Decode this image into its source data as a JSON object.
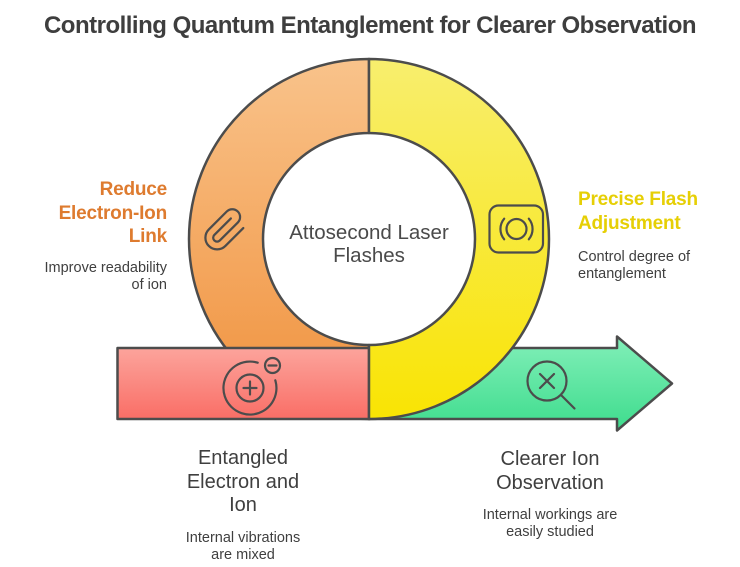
{
  "title": "Controlling Quantum Entanglement for Clearer Observation",
  "center_label": "Attosecond Laser\nFlashes",
  "callouts": {
    "top_left": {
      "heading": "Reduce\nElectron-Ion\nLink",
      "description": "Improve readability\nof ion",
      "icon": "paperclip-icon"
    },
    "top_right": {
      "heading": "Precise Flash\nAdjustment",
      "description": "Control degree of\nentanglement",
      "icon": "camera-focus-icon"
    },
    "bottom_left": {
      "heading": "Entangled\nElectron and\nIon",
      "description": "Internal vibrations\nare mixed",
      "icon": "atom-icon"
    },
    "bottom_right": {
      "heading": "Clearer Ion\nObservation",
      "description": "Internal workings are\neasily studied",
      "icon": "magnifier-x-icon"
    }
  },
  "colors": {
    "orange_top": "#F9C38B",
    "orange_bottom": "#F0913C",
    "yellow_top": "#F8EE6E",
    "yellow_bottom": "#F9E403",
    "red_top": "#FCA49C",
    "red_bottom": "#F96E66",
    "green_top": "#82EFB9",
    "green_bottom": "#3EDC8D",
    "outline": "#4C4C4C",
    "title_text": "#3E3E3E",
    "body_text": "#3F3F3F",
    "orange_heading": "#DE7B2F",
    "yellow_heading": "#E6CF05"
  }
}
